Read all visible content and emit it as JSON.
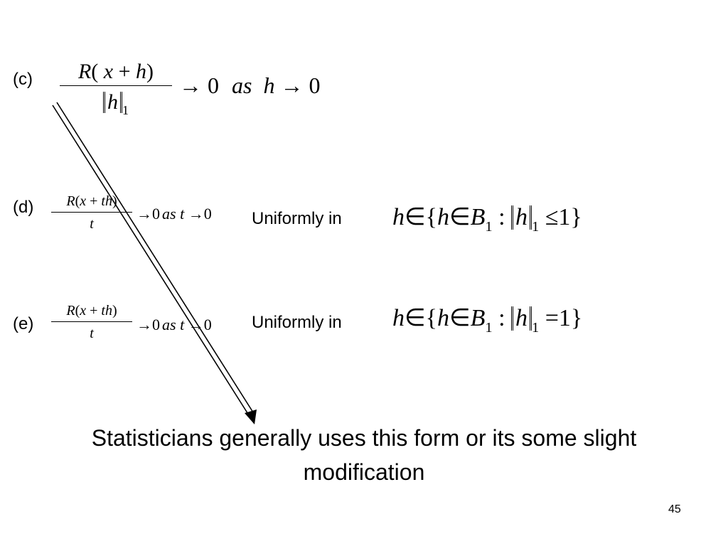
{
  "c": {
    "label": "(c)",
    "num_R": "R",
    "num_open": "(",
    "num_x": "x",
    "num_plus": "+",
    "num_h": "h",
    "num_close": ")",
    "den_h": "h",
    "den_sub": "1",
    "arrow": "→",
    "zero": "0",
    "as": "as",
    "h": "h",
    "arrow2": "→",
    "zero2": "0"
  },
  "d": {
    "label": "(d)",
    "num_R": "R",
    "num_open": "(",
    "num_x": "x",
    "num_plus": "+",
    "num_th": "th",
    "num_close": ")",
    "den_t": "t",
    "arrow": "→",
    "zero": "0",
    "as": "as",
    "t": "t",
    "arrow2": "→",
    "zero2": "0",
    "uniformly": "Uniformly in",
    "set_h": "h",
    "set_in": "∈",
    "set_open": "{",
    "set_h2": "h",
    "set_in2": "∈",
    "set_B": "B",
    "set_Bsub": "1",
    "set_colon": ":",
    "set_normh": "h",
    "set_normsub": "1",
    "set_rel": "≤",
    "set_one": "1",
    "set_close": "}"
  },
  "e": {
    "label": "(e)",
    "num_R": "R",
    "num_open": "(",
    "num_x": "x",
    "num_plus": "+",
    "num_th": "th",
    "num_close": ")",
    "den_t": "t",
    "arrow": "→",
    "zero": "0",
    "as": "as",
    "t": "t",
    "arrow2": "→",
    "zero2": "0",
    "uniformly": "Uniformly in",
    "set_h": "h",
    "set_in": "∈",
    "set_open": "{",
    "set_h2": "h",
    "set_in2": "∈",
    "set_B": "B",
    "set_Bsub": "1",
    "set_colon": ":",
    "set_normh": "h",
    "set_normsub": "1",
    "set_rel": "=",
    "set_one": "1",
    "set_close": "}"
  },
  "caption": {
    "line1": "Statisticians generally uses this form or its some slight",
    "line2": "modification"
  },
  "page_number": "45"
}
